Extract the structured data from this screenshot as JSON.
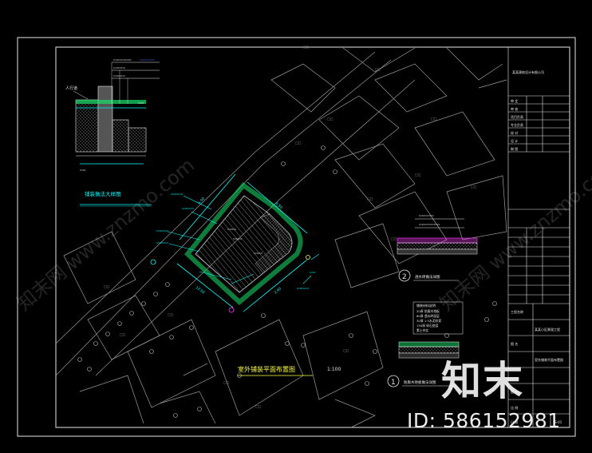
{
  "drawing": {
    "main_title": "室外铺装平面布置图",
    "main_scale": "1:100",
    "detail_title": "铺装做法大样图",
    "note_label": "人行道",
    "detail1_number": "1",
    "detail1_caption": "防腐木地板做法详图",
    "detail2_number": "2",
    "detail2_caption": "透水砖做法详图",
    "legend_header": "铺装材料说明",
    "legend_items": [
      "20厚 防腐木地板",
      "60厚 透水砖面层",
      "30厚 1:3水泥砂浆",
      "150厚 碎石垫层",
      "素土夯实"
    ],
    "dim_1": "6.00",
    "dim_2": "4.50",
    "dim_3": "12.50",
    "dim_4": "2.40"
  },
  "title_block": {
    "company": "某某建筑设计有限公司",
    "rows": [
      "审 定",
      "审 核",
      "项目负责",
      "专业负责",
      "校 对",
      "设 计",
      "制 图"
    ],
    "project_label": "工程名称",
    "project_value": "某某小区景观工程",
    "drawing_label": "图 名",
    "drawing_value": "室外铺装平面布置图",
    "number_label": "图 号",
    "number_value": "JS-01",
    "date_label": "日 期",
    "scale_label": "比 例"
  },
  "watermarks": {
    "logo": "知末",
    "id_text": "ID: 586152981",
    "diag_text": "知末网 www.znzmo.com"
  },
  "colors": {
    "line_white": "#e6e6e6",
    "accent_cyan": "#00ffff",
    "accent_green": "#19e36b",
    "accent_yellow": "#ffff40",
    "accent_magenta": "#ff3cff",
    "accent_blue": "#4a6cff",
    "hatch_gray": "#8c8c8c"
  }
}
